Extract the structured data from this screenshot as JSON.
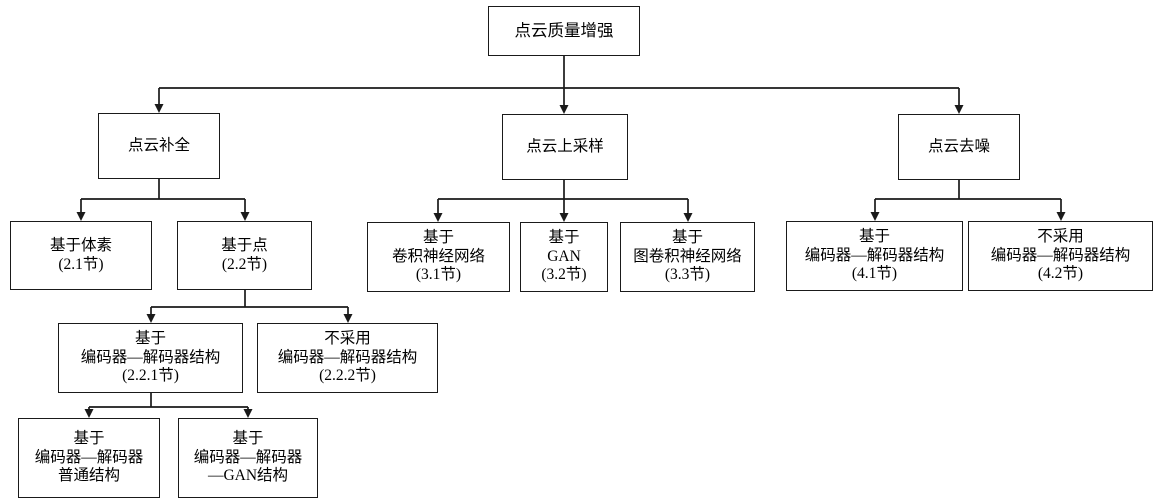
{
  "colors": {
    "line": "#1a1a1a",
    "box_border": "#1a1a1a",
    "box_fill": "#ffffff",
    "text": "#000000",
    "page_bg": "#ffffff"
  },
  "diagram": {
    "type": "tree",
    "nodes": {
      "root": "点云质量增强",
      "completion": "点云补全",
      "upsampling": "点云上采样",
      "denoising": "点云去噪",
      "voxel_based": "基于体素\n(2.1节)",
      "point_based": "基于点\n(2.2节)",
      "cnn_based": "基于\n卷积神经网络\n(3.1节)",
      "gan_based": "基于\nGAN\n(3.2节)",
      "graph_cnn_based": "基于\n图卷积神经网络\n(3.3节)",
      "denoise_encoder_decoder": "基于\n编码器—解码器结构\n(4.1节)",
      "denoise_no_encoder_decoder": "不采用\n编码器—解码器结构\n(4.2节)",
      "point_encoder_decoder": "基于\n编码器—解码器结构\n(2.2.1节)",
      "point_no_encoder_decoder": "不采用\n编码器—解码器结构\n(2.2.2节)",
      "encoder_decoder_plain": "基于\n编码器—解码器\n普通结构",
      "encoder_decoder_gan": "基于\n编码器—解码器\n—GAN结构"
    },
    "edges": [
      [
        "root",
        "completion"
      ],
      [
        "root",
        "upsampling"
      ],
      [
        "root",
        "denoising"
      ],
      [
        "completion",
        "voxel_based"
      ],
      [
        "completion",
        "point_based"
      ],
      [
        "upsampling",
        "cnn_based"
      ],
      [
        "upsampling",
        "gan_based"
      ],
      [
        "upsampling",
        "graph_cnn_based"
      ],
      [
        "denoising",
        "denoise_encoder_decoder"
      ],
      [
        "denoising",
        "denoise_no_encoder_decoder"
      ],
      [
        "point_based",
        "point_encoder_decoder"
      ],
      [
        "point_based",
        "point_no_encoder_decoder"
      ],
      [
        "point_encoder_decoder",
        "encoder_decoder_plain"
      ],
      [
        "point_encoder_decoder",
        "encoder_decoder_gan"
      ]
    ]
  }
}
